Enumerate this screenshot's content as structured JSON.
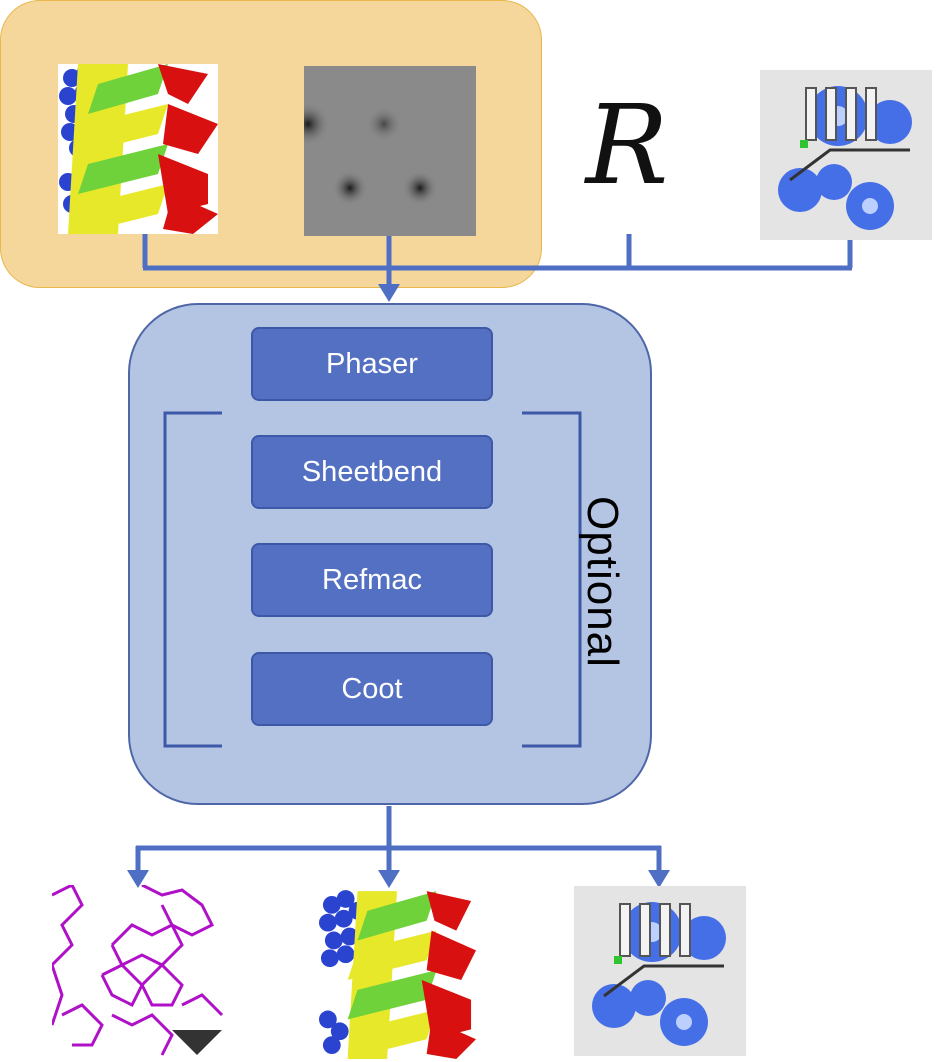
{
  "inputs": {
    "icons": [
      "protein-helix-icon",
      "density-map-icon",
      "r-free-icon",
      "phaser-icon"
    ],
    "r_symbol": "R"
  },
  "pipeline": {
    "steps": [
      {
        "label": "Phaser"
      },
      {
        "label": "Sheetbend"
      },
      {
        "label": "Refmac"
      },
      {
        "label": "Coot"
      }
    ],
    "optional_label": "Optional"
  },
  "outputs": {
    "icons": [
      "trace-map-icon",
      "protein-helix-icon",
      "phaser-icon"
    ]
  },
  "colors": {
    "input_box": "#f5d79c",
    "pipeline_box": "#b4c5e4",
    "step_fill": "#5470c2",
    "connector": "#4f6fc4"
  }
}
